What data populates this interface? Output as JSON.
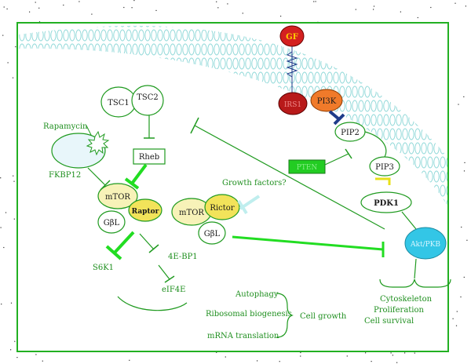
{
  "colors": {
    "frame": "#22b022",
    "membrane": "#8fd8d8",
    "line_green": "#1f9a1f",
    "bright_green": "#22dd22",
    "gf_fill": "#d42020",
    "gf_text": "#ffd000",
    "irs1_fill": "#b81a1a",
    "pi3k_fill": "#f07a2a",
    "pten_fill": "#22cc22",
    "raptor_fill": "#f2e35a",
    "light_yellow": "#f7f2b8",
    "akt_fill": "#33c6e6",
    "blue_inhibit": "#1f3c8a",
    "yellow_inhibit": "#e8e018",
    "cyan_arrow": "#bfeeee"
  },
  "nodes": {
    "gf": "GF",
    "irs1": "IRS1",
    "pi3k": "PI3K",
    "pip2": "PIP2",
    "pten": "PTEN",
    "pip3": "PIP3",
    "pdk1": "PDK1",
    "akt": "Akt/PKB",
    "tsc1": "TSC1",
    "tsc2": "TSC2",
    "rheb": "Rheb",
    "rapamycin": "Rapamycin",
    "fkbp12": "FKBP12",
    "mtor1": "mTOR",
    "raptor": "Raptor",
    "gbl1": "GβL",
    "mtor2": "mTOR",
    "rictor": "Rictor",
    "gbl2": "GβL",
    "growth_factors": "Growth factors?",
    "s6k1": "S6K1",
    "ebp1": "4E-BP1",
    "eif4e": "eIF4E"
  },
  "outputs": {
    "autophagy": "Autophagy",
    "ribosomal": "Ribosomal biogenesis",
    "mrna": "mRNA translation",
    "cell_growth": "Cell growth",
    "cytoskeleton": "Cytoskeleton",
    "proliferation": "Proliferation",
    "cell_survival": "Cell survival"
  }
}
